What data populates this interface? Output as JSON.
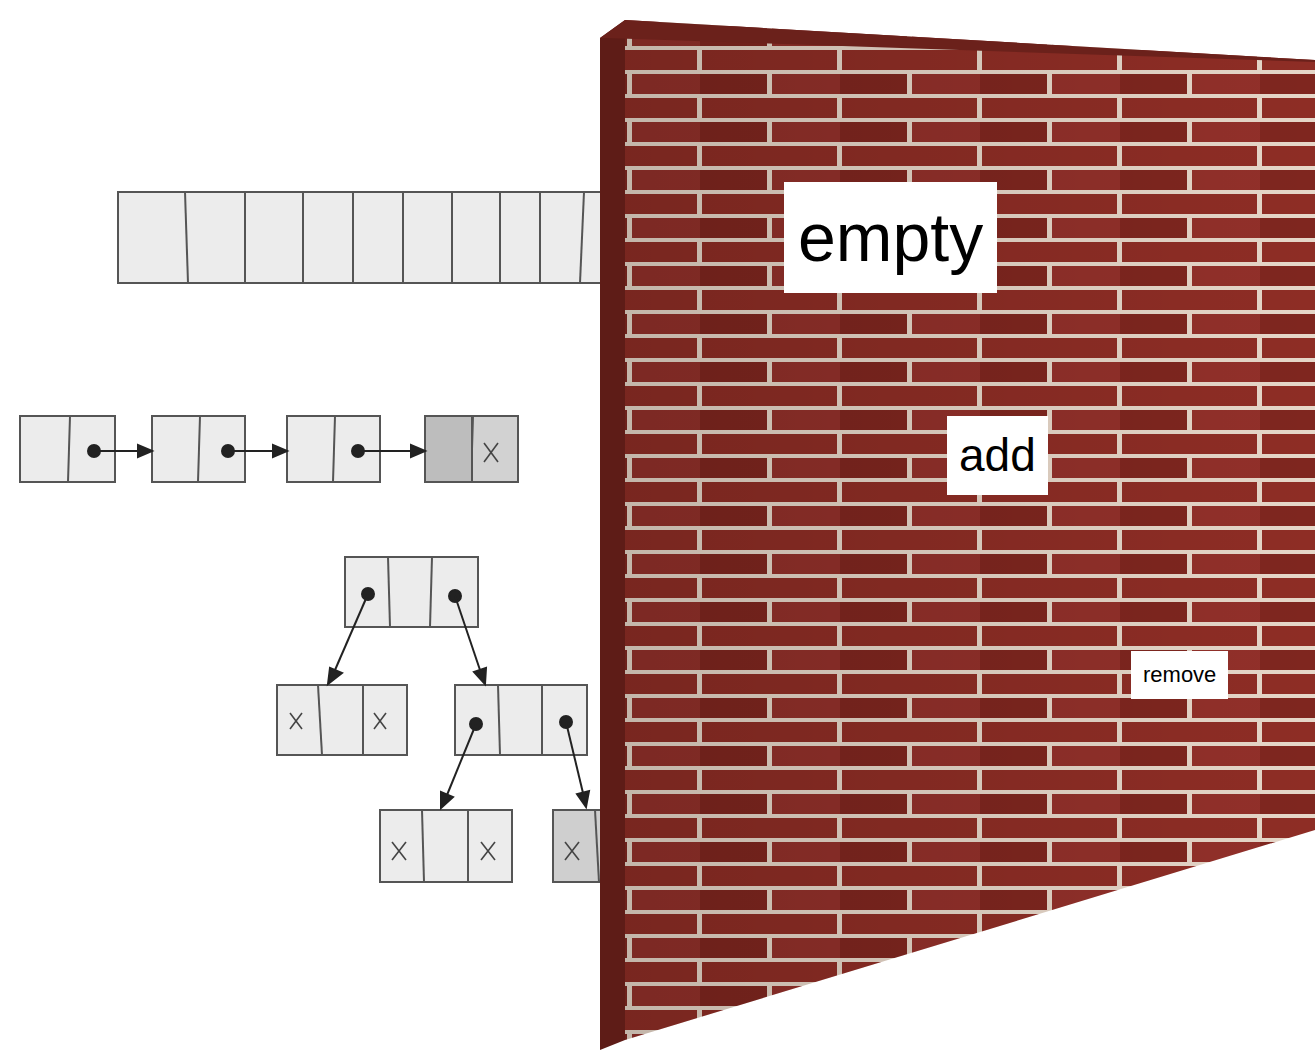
{
  "diagram": {
    "nodes": [
      {
        "text": [
          "empty"
        ]
      },
      {
        "text": [
          "add"
        ]
      },
      {
        "text": [
          "remove"
        ]
      }
    ]
  }
}
